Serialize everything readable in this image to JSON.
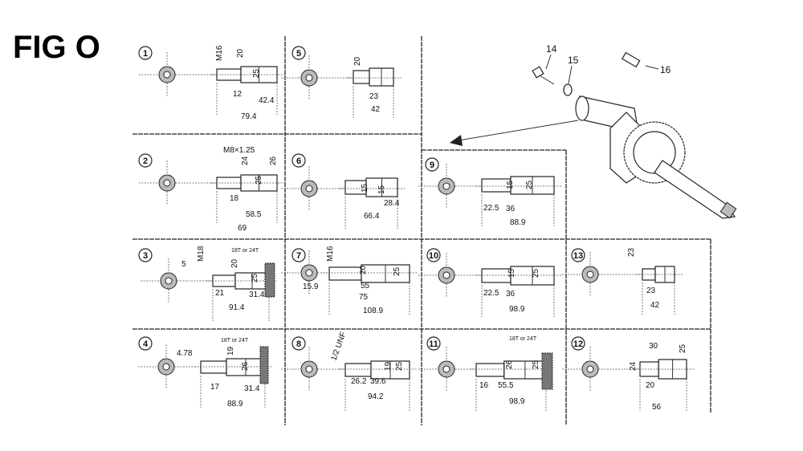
{
  "figure": {
    "title": "FIG O"
  },
  "callouts": {
    "bolt": "14",
    "washer": "15",
    "key": "16"
  },
  "panels": {
    "p1": {
      "number": "1",
      "dims": [
        "M16",
        "20",
        "25",
        "12",
        "42.4",
        "79.4"
      ]
    },
    "p2": {
      "number": "2",
      "dims": [
        "M8×1.25",
        "24",
        "25",
        "26",
        "18",
        "58.5",
        "69"
      ]
    },
    "p3": {
      "number": "3",
      "dims": [
        "5",
        "M18",
        "20",
        "25",
        "21",
        "31.4",
        "91.4"
      ],
      "gear": "18T or 24T"
    },
    "p4": {
      "number": "4",
      "dims": [
        "4.78",
        "19",
        "26",
        "17",
        "31.4",
        "88.9"
      ],
      "gear": "18T or 24T"
    },
    "p5": {
      "number": "5",
      "dims": [
        "20",
        "23",
        "42"
      ]
    },
    "p6": {
      "number": "6",
      "dims": [
        "15",
        "15",
        "28.4",
        "66.4"
      ]
    },
    "p7": {
      "number": "7",
      "dims": [
        "M16",
        "20",
        "25",
        "15.9",
        "55",
        "75",
        "108.9"
      ]
    },
    "p8": {
      "number": "8",
      "dims": [
        "1/2 UNF",
        "19",
        "25",
        "26.2",
        "39.6",
        "94.2"
      ]
    },
    "p9": {
      "number": "9",
      "dims": [
        "15",
        "25",
        "22.5",
        "36",
        "88.9"
      ]
    },
    "p10": {
      "number": "10",
      "dims": [
        "15",
        "25",
        "22.5",
        "36",
        "98.9"
      ]
    },
    "p11": {
      "number": "11",
      "dims": [
        "26",
        "25",
        "16",
        "55.5",
        "98.9"
      ],
      "gear": "18T or 24T"
    },
    "p12": {
      "number": "12",
      "dims": [
        "30",
        "25",
        "24",
        "20",
        "56"
      ]
    },
    "p13": {
      "number": "13",
      "dims": [
        "23",
        "23",
        "42"
      ]
    }
  }
}
